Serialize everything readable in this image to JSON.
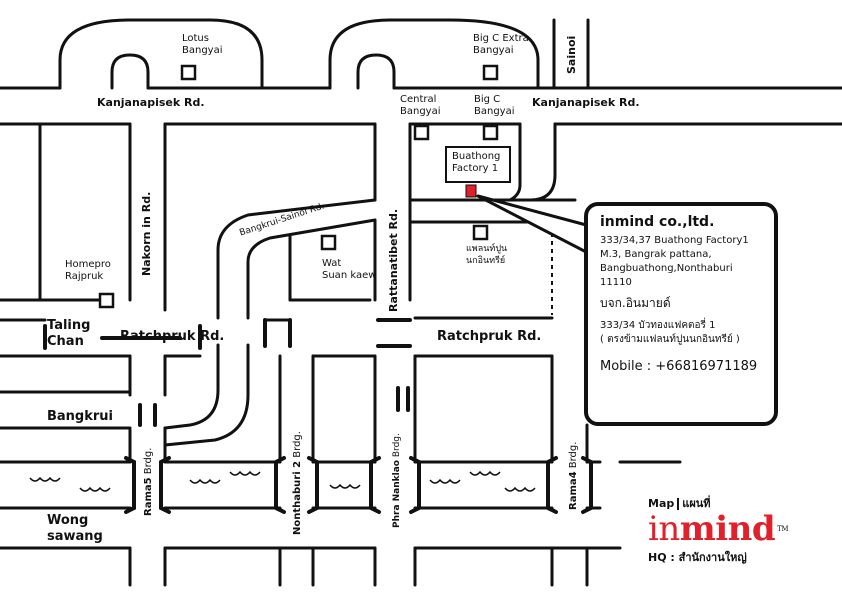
{
  "roads": {
    "kanjanapisek_left": "Kanjanapisek Rd.",
    "kanjanapisek_right": "Kanjanapisek Rd.",
    "sainoi": "Sainoi",
    "nakorn_in": "Nakorn in Rd.",
    "bangkrui_sainoi": "Bangkrui-Sainoi Rd.",
    "rattanatibet": "Rattanatibet Rd.",
    "ratchpruk_left": "Ratchpruk Rd.",
    "ratchpruk_right": "Ratchpruk Rd.",
    "taling_chan_1": "Taling",
    "taling_chan_2": "Chan",
    "bangkrui": "Bangkrui",
    "wong_sawang_1": "Wong",
    "wong_sawang_2": "sawang"
  },
  "bridges": {
    "rama5_bold": "Rama5",
    "rama5_rest": " Brdg.",
    "nonthaburi2_bold": "Nonthaburi 2",
    "nonthaburi2_rest": " Brdg.",
    "phra_nanklao_bold": "Phra Nanklao",
    "phra_nanklao_rest": " Brdg.",
    "rama4_bold": "Rama4",
    "rama4_rest": " Brdg."
  },
  "landmarks": {
    "lotus_1": "Lotus",
    "lotus_2": "Bangyai",
    "bigc_extra_1": "Big C Extra",
    "bigc_extra_2": "Bangyai",
    "central_1": "Central",
    "central_2": "Bangyai",
    "bigc_1": "Big C",
    "bigc_2": "Bangyai",
    "factory_1": "Buathong",
    "factory_2": "Factory 1",
    "wat_1": "Wat",
    "wat_2": "Suan kaew",
    "homepro_1": "Homepro",
    "homepro_2": "Rajpruk",
    "plant_1": "แพลนท์ปูน",
    "plant_2": "นกอินทรีย์"
  },
  "info": {
    "company": "inmind co.,ltd.",
    "addr_1": "333/34,37 Buathong Factory1",
    "addr_2": "M.3, Bangrak pattana,",
    "addr_3": "Bangbuathong,Nonthaburi",
    "addr_4": "11110",
    "thai_name": "บจก.อินมายด์",
    "thai_addr_1": "333/34      บัวทองแฟคตอรี่ 1",
    "thai_addr_2": "( ตรงข้ามแฟลนท์ปูนนกอินทรีย์ )",
    "mobile": "Mobile : +66816971189"
  },
  "brand": {
    "map_en": "Map",
    "map_th": "แผนที่",
    "logo_light": "in",
    "logo_bold": "mind",
    "tm": "TM",
    "hq": "HQ : สำนักงานใหญ่",
    "logo_color": "#e0202a"
  },
  "colors": {
    "road_stroke": "#111111",
    "marker": "#e0202a"
  }
}
